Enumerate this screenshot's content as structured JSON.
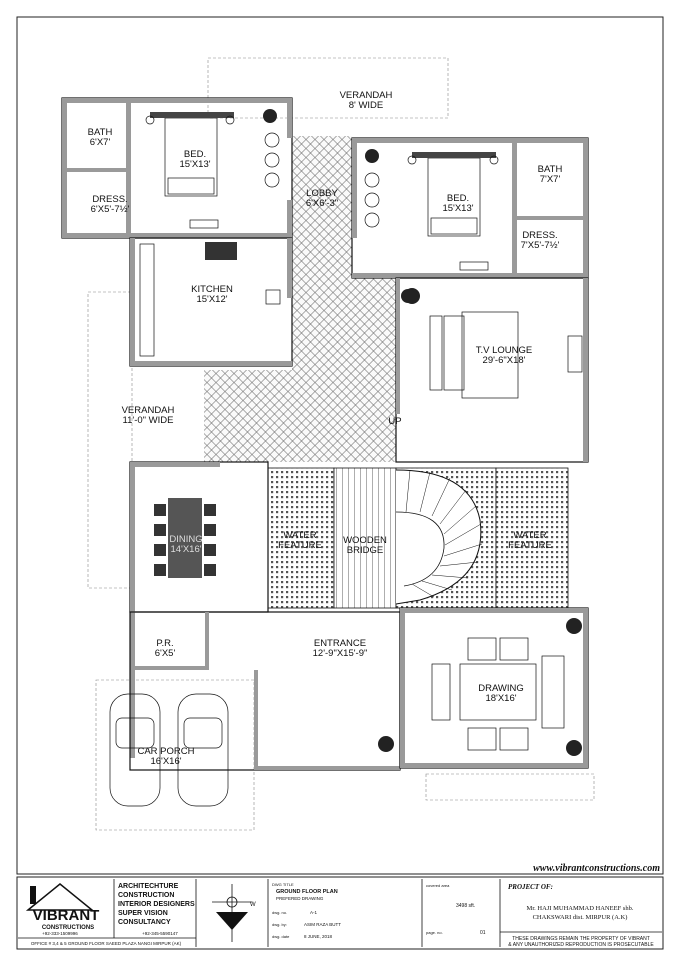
{
  "rooms": {
    "verandah_top": {
      "name": "VERANDAH",
      "size": "8'      WIDE"
    },
    "bath_left": {
      "name": "BATH",
      "size": "6'X7'"
    },
    "dress_left": {
      "name": "DRESS.",
      "size": "6'X5'-7½'"
    },
    "bed_left": {
      "name": "BED.",
      "size": "15'X13'"
    },
    "lobby": {
      "name": "LOBBY",
      "size": "6'X6'-3\""
    },
    "bed_right": {
      "name": "BED.",
      "size": "15'X13'"
    },
    "bath_right": {
      "name": "BATH",
      "size": "7'X7'"
    },
    "dress_right": {
      "name": "DRESS.",
      "size": "7'X5'-7½'"
    },
    "kitchen": {
      "name": "KITCHEN",
      "size": "15'X12'"
    },
    "tv_lounge": {
      "name": "T.V LOUNGE",
      "size": "29'-6\"X18'"
    },
    "verandah_left": {
      "name": "VERANDAH",
      "size": "11'-0\" WIDE"
    },
    "up_label": "UP",
    "dining": {
      "name": "DINING",
      "size": "14'X16'"
    },
    "water_left": {
      "name": "WATER",
      "size": "FEATURE"
    },
    "bridge": {
      "name": "WOODEN",
      "size": "BRIDGE"
    },
    "water_right": {
      "name": "WATER",
      "size": "FEATURE"
    },
    "pr": {
      "name": "P.R.",
      "size": "6'X5'"
    },
    "entrance": {
      "name": "ENTRANCE",
      "size": "12'-9\"X15'-9\""
    },
    "drawing": {
      "name": "DRAWING",
      "size": "18'X16'"
    },
    "car_porch": {
      "name": "CAR PORCH",
      "size": "16'X16'"
    }
  },
  "website": "www.vibrantconstructions.com",
  "title_block": {
    "brand": "VIBRANT",
    "brand_sub": "CONSTRUCTIONS",
    "services": [
      "ARCHITECHTURE",
      "CONSTRUCTION",
      "INTERIOR DESIGNERS",
      "SUPER VISION",
      "CONSULTANCY"
    ],
    "phone_1": "+92-333-1509996",
    "phone_2": "+92-345-5590147",
    "office": "OFFICE # 3,4 & 5 GROUND FLOOR SAEED PLAZA NANGI MIRPUR (AK)",
    "compass_letter": "W",
    "dwg_title_caption": "DWG TITLE",
    "dwg_title": "GROUND FLOOR PLAN",
    "dwg_subtitle": "PREFERED DRAWING",
    "dwg_no_caption": "dwg. no.",
    "dwg_no": "A-1",
    "dwg_by_caption": "dwg. by:",
    "dwg_by": "ASIM RAZA BUTT",
    "dwg_date_caption": "dwg. date",
    "dwg_date": "8 JUNE, 2018",
    "area_caption": "covered area",
    "area": "3498 sft.",
    "page_caption": "page. no.",
    "page_no": "01",
    "project_caption": "PROJECT OF:",
    "client": "Mr. HAJI MUHAMMAD HANEEF shb.",
    "location": "CHAKSWARI dist. MIRPUR (A.K)",
    "note_1": "THESE DRAWINGS REMAIN THE PROPERTY OF VIBRANT",
    "note_2": "& ANY UNAUTHORIZED REPRODUCTION IS PROSECUTABLE"
  }
}
